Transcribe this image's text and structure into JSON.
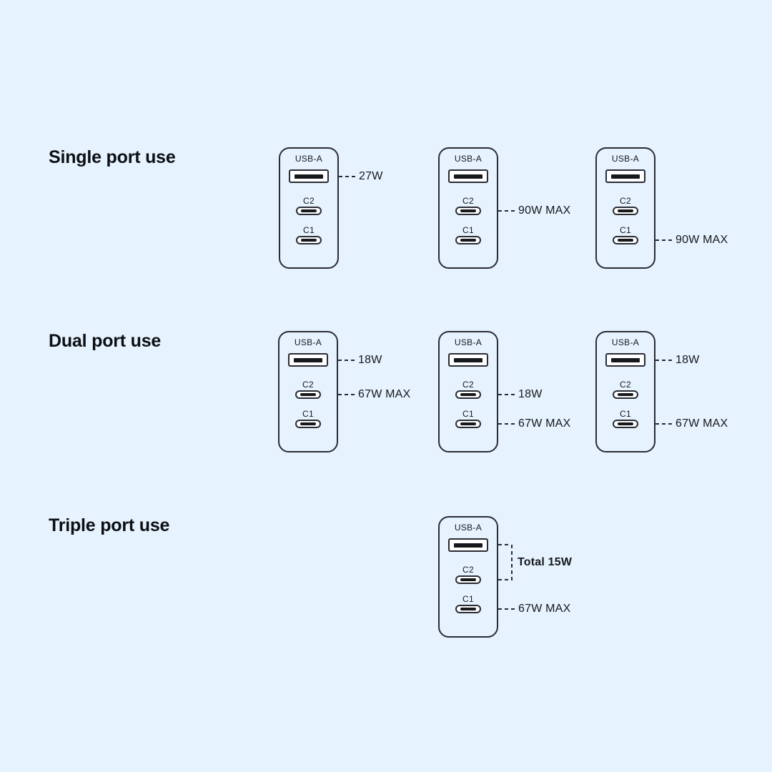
{
  "colors": {
    "background": "#e6f2fd",
    "outline": "#2a2c33",
    "heading_text": "#0d0f14",
    "label_text": "#16181d",
    "port_fill": "#ffffff",
    "port_pin": "#17181c"
  },
  "port_labels": {
    "usb_a": "USB-A",
    "c2": "C2",
    "c1": "C1"
  },
  "sections": [
    {
      "title": "Single port use",
      "chargers": [
        {
          "annotations": [
            {
              "port": "USB-A",
              "label": "27W"
            }
          ]
        },
        {
          "annotations": [
            {
              "port": "C2",
              "label": "90W MAX"
            }
          ]
        },
        {
          "annotations": [
            {
              "port": "C1",
              "label": "90W MAX"
            }
          ]
        }
      ]
    },
    {
      "title": "Dual port use",
      "chargers": [
        {
          "annotations": [
            {
              "port": "USB-A",
              "label": "18W"
            },
            {
              "port": "C2",
              "label": "67W MAX"
            }
          ]
        },
        {
          "annotations": [
            {
              "port": "C2",
              "label": "18W"
            },
            {
              "port": "C1",
              "label": "67W MAX"
            }
          ]
        },
        {
          "annotations": [
            {
              "port": "USB-A",
              "label": "18W"
            },
            {
              "port": "C1",
              "label": "67W MAX"
            }
          ]
        }
      ]
    },
    {
      "title": "Triple port use",
      "chargers": [
        {
          "annotations": [
            {
              "ports": "USB-A + C2",
              "label": "Total 15W"
            },
            {
              "port": "C1",
              "label": "67W MAX"
            }
          ]
        }
      ]
    }
  ]
}
